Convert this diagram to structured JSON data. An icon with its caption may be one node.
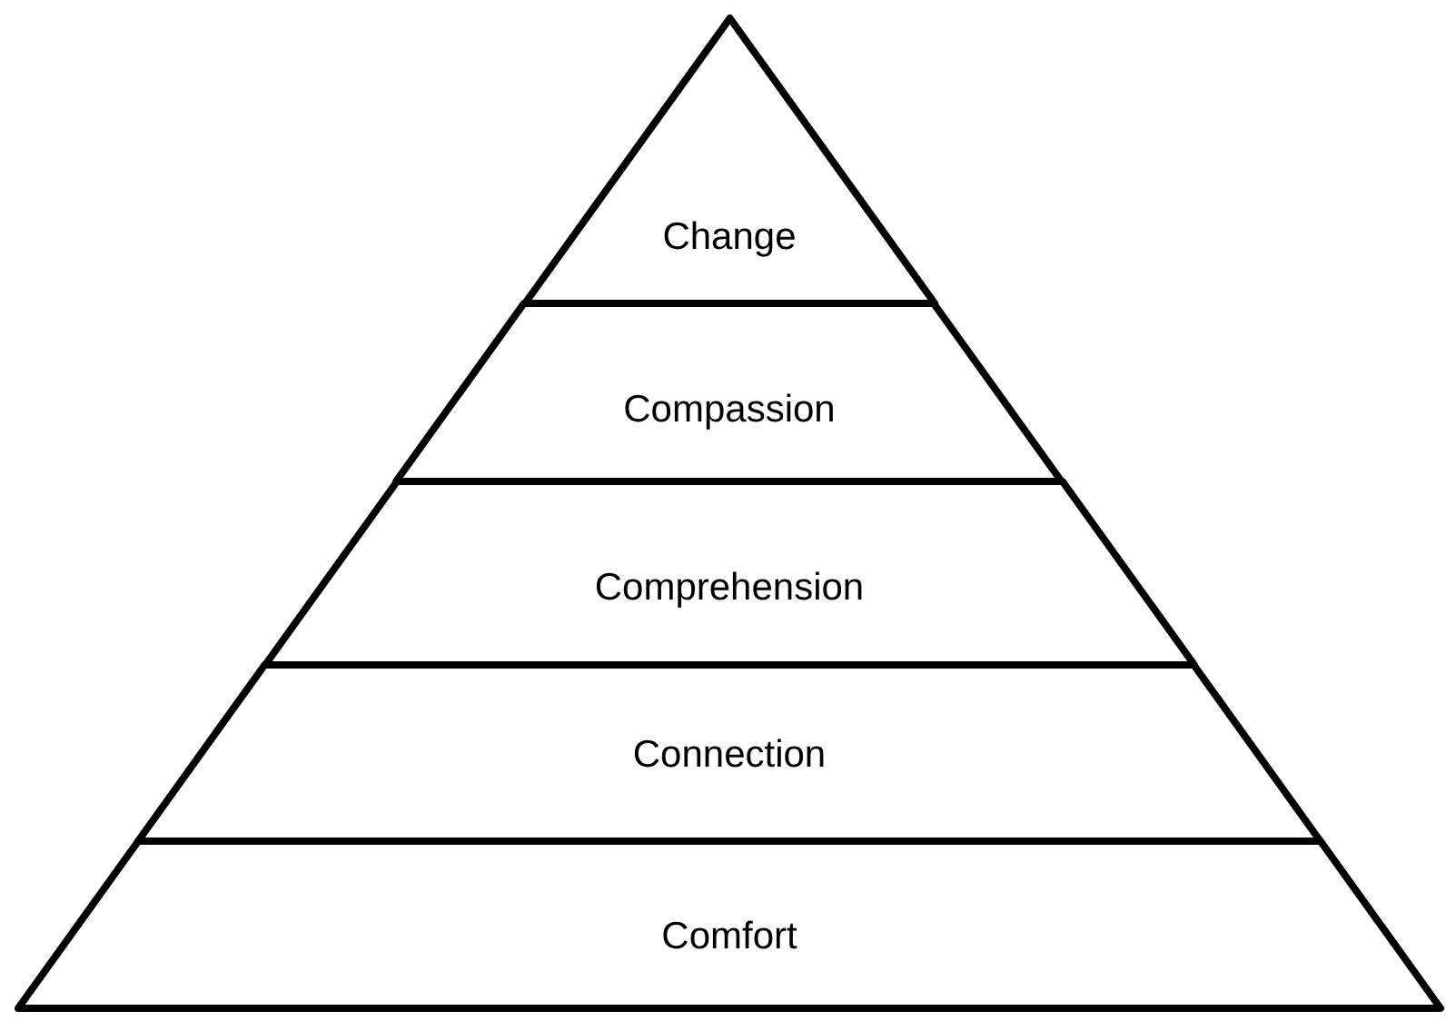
{
  "diagram": {
    "nodes": [
      {
        "text": [
          "Change"
        ]
      },
      {
        "text": [
          "Compassion"
        ]
      },
      {
        "text": [
          "Comprehension"
        ]
      },
      {
        "text": [
          "Connection"
        ]
      },
      {
        "text": [
          "Comfort"
        ]
      }
    ]
  }
}
